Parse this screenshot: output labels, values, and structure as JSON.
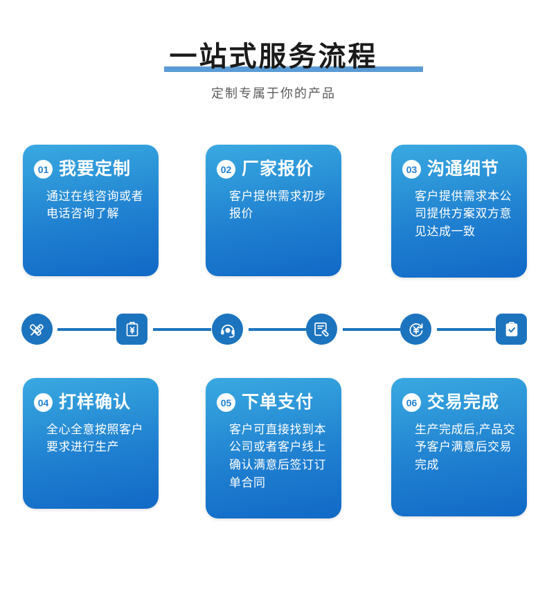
{
  "header": {
    "title": "一站式服务流程",
    "subtitle": "定制专属于你的产品",
    "rule_color": "#5b9bd5"
  },
  "theme": {
    "card_gradient_top": "#3aa9e2",
    "card_gradient_bottom": "#1169c6",
    "icon_blue": "#1c74be",
    "title_color": "#1a1a1a",
    "subtitle_color": "#5a5a5a"
  },
  "steps": [
    {
      "number": "01",
      "title": "我要定制",
      "body": "通过在线咨询或者电话咨询了解"
    },
    {
      "number": "02",
      "title": "厂家报价",
      "body": "客户提供需求初步报价"
    },
    {
      "number": "03",
      "title": "沟通细节",
      "body": "客户提供需求本公司提供方案双方意见达成一致"
    },
    {
      "number": "04",
      "title": "打样确认",
      "body": "全心全意按照客户要求进行生产"
    },
    {
      "number": "05",
      "title": "下单支付",
      "body": "客户可直接找到本公司或者客户线上确认满意后签订订单合同"
    },
    {
      "number": "06",
      "title": "交易完成",
      "body": "生产完成后,产品交予客户满意后交易完成"
    }
  ],
  "flow_icons": [
    {
      "name": "design-pen-ruler-icon",
      "shape": "circle"
    },
    {
      "name": "clipboard-yuan-quote-icon",
      "shape": "rounded"
    },
    {
      "name": "headset-support-icon",
      "shape": "circle"
    },
    {
      "name": "document-tag-sign-icon",
      "shape": "circle"
    },
    {
      "name": "yuan-payment-refresh-icon",
      "shape": "circle"
    },
    {
      "name": "clipboard-check-done-icon",
      "shape": "rounded"
    }
  ]
}
